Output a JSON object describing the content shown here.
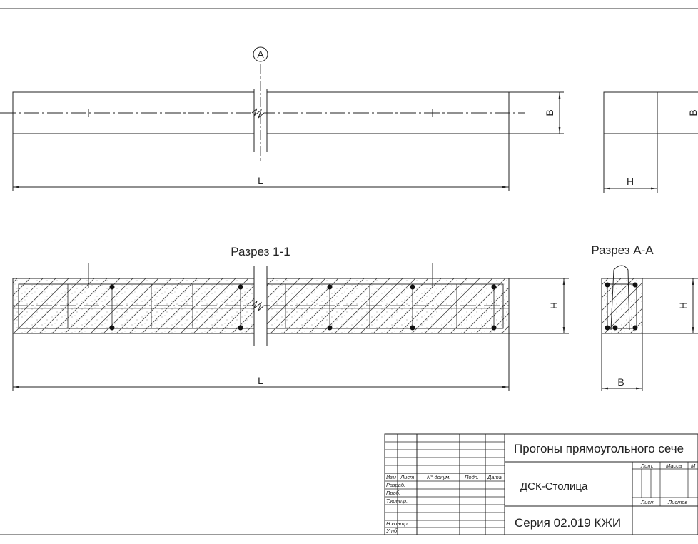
{
  "views": {
    "section_1_title": "Разрез 1-1",
    "section_a_title": "Разрез А-А",
    "axis_marker": "А",
    "dim_length_top": "L",
    "dim_length_bottom": "L",
    "dim_width_side": "B",
    "dim_width_end": "B",
    "dim_height_end": "H",
    "dim_height_section": "H",
    "dim_height_section_a": "H",
    "dim_width_section_a": "B"
  },
  "title_block": {
    "title": "Прогоны прямоугольного сече",
    "organization": "ДСК-Столица",
    "series": "Серия 02.019 КЖИ",
    "col_headers": [
      "Изм",
      "Лист",
      "N° докум.",
      "Подп.",
      "Дата"
    ],
    "row_labels": [
      "Разраб.",
      "Проб.",
      "Т.контр.",
      "",
      "Н.контр.",
      "Утб."
    ],
    "stage_headers": [
      "Лит.",
      "Масса",
      "М"
    ],
    "sheet_headers": [
      "Лист",
      "Листов"
    ]
  }
}
